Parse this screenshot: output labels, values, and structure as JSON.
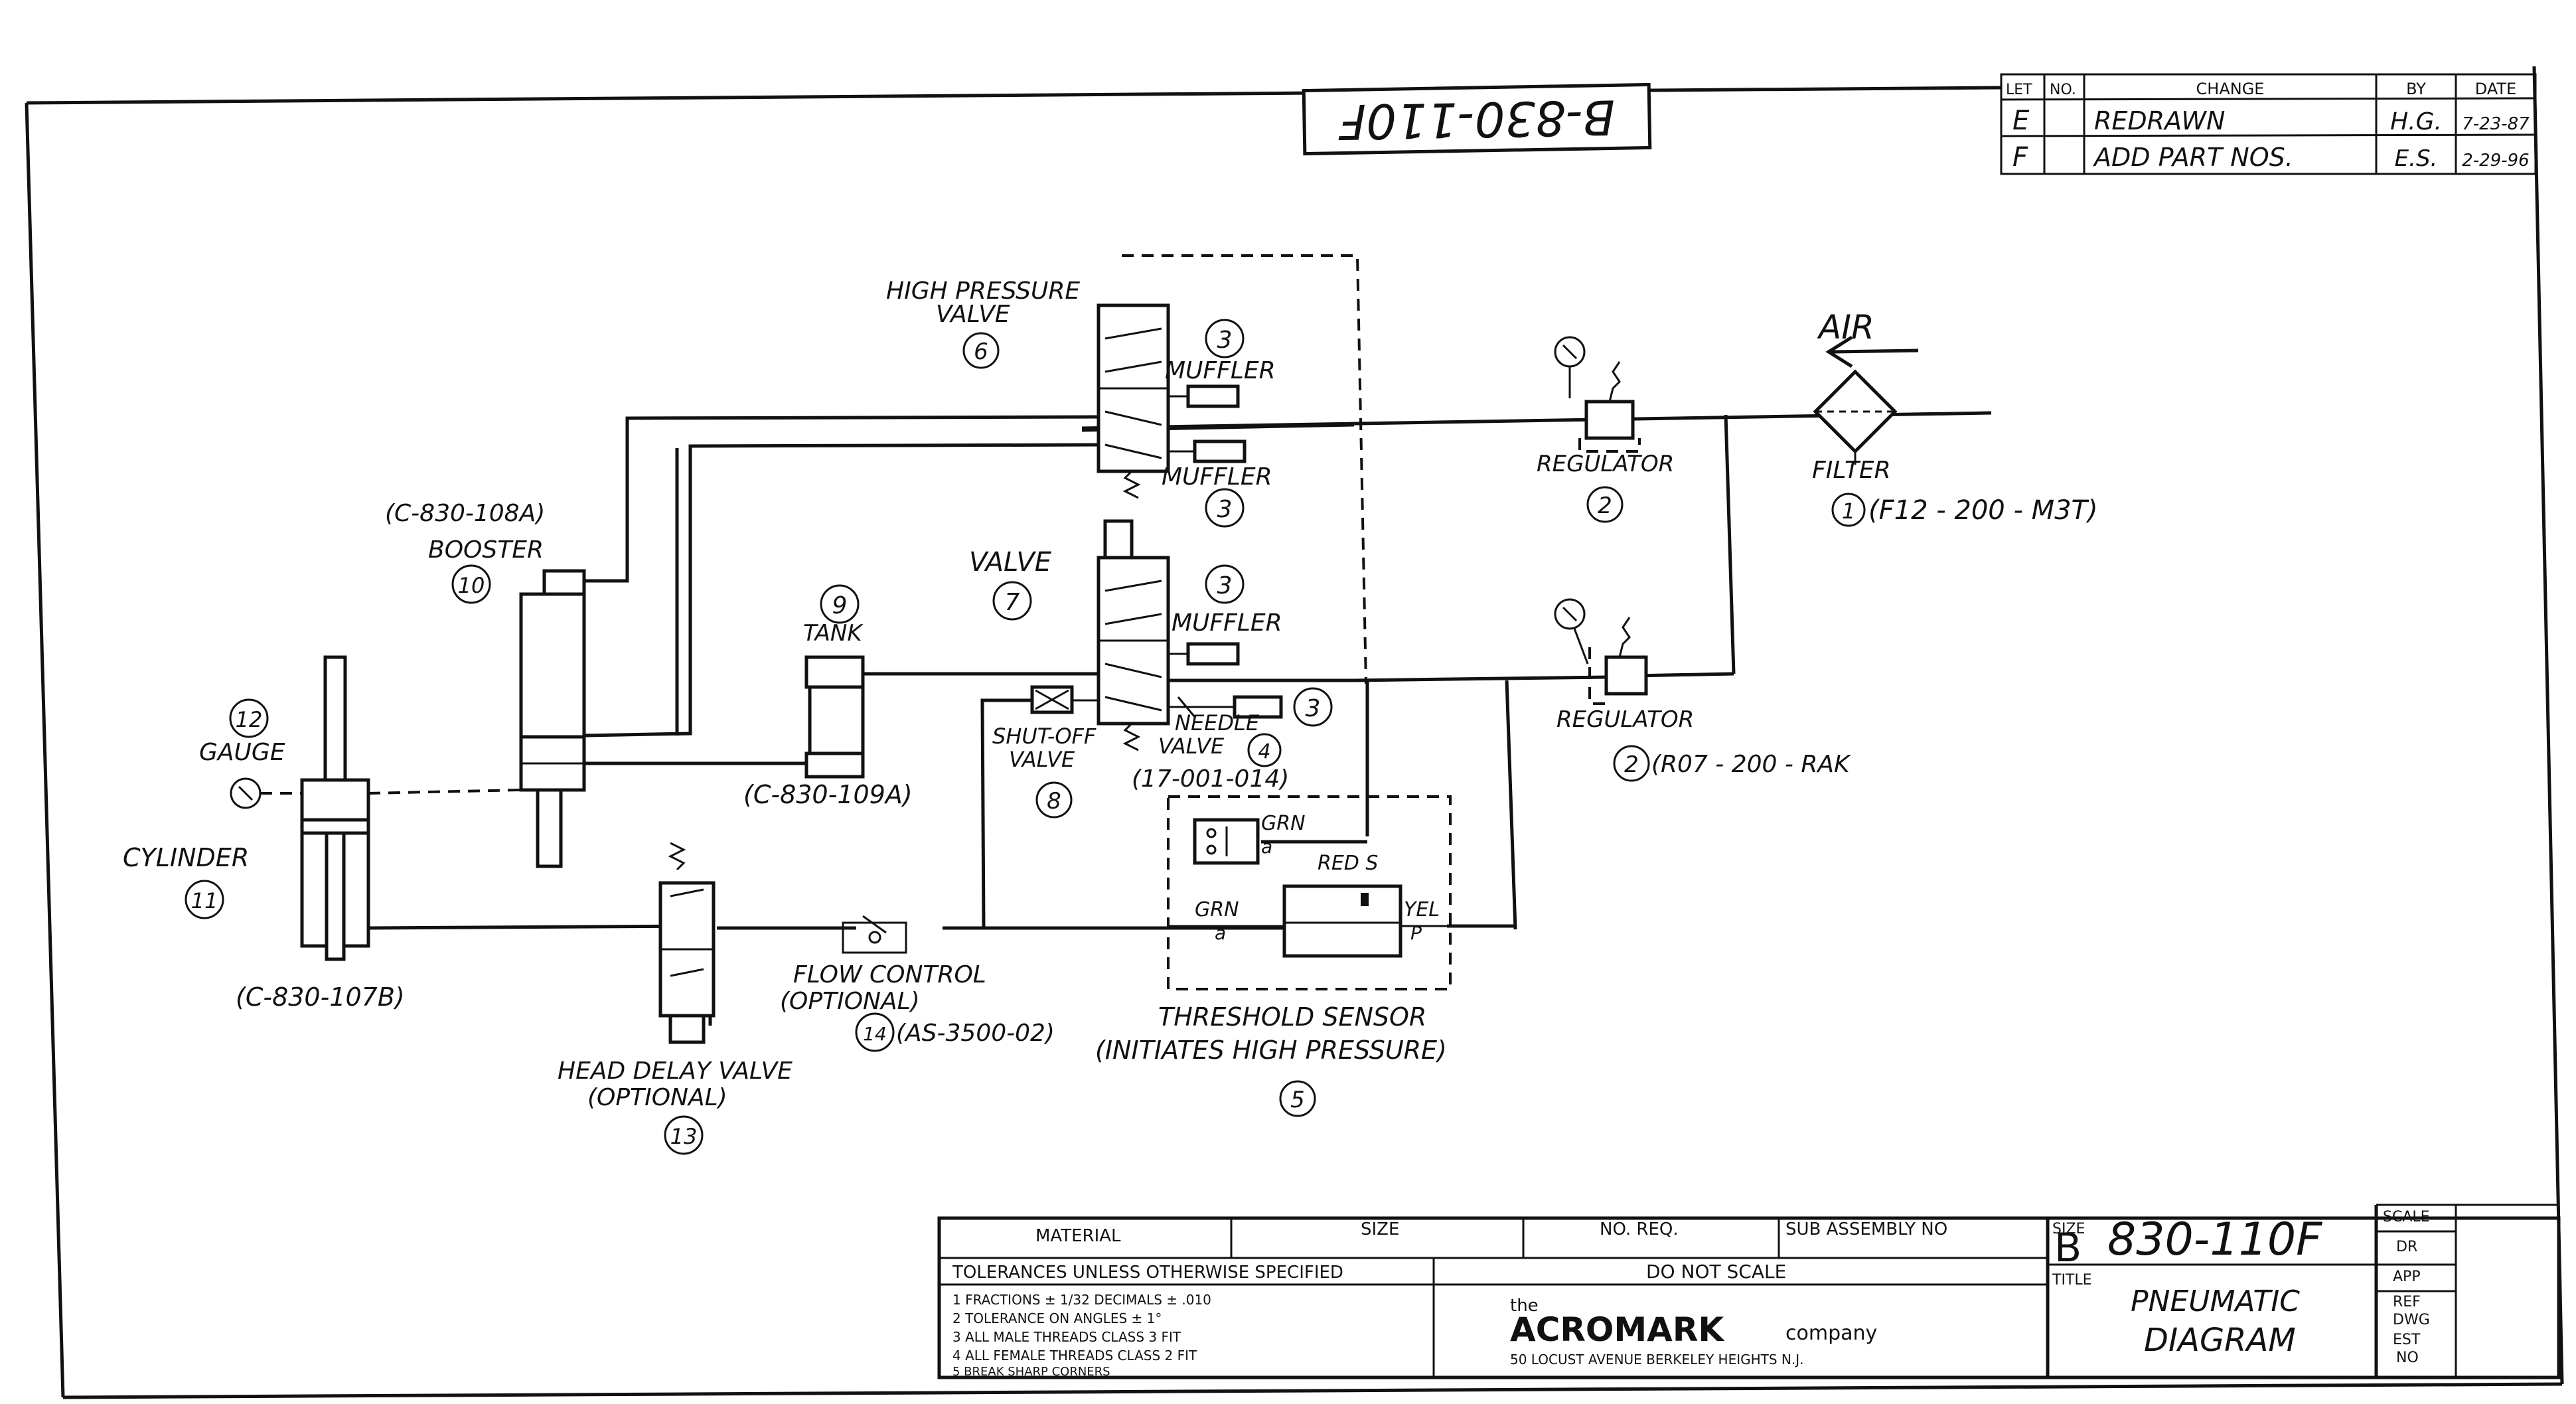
{
  "drawing": {
    "top_stamp": "B-830-110F",
    "air_label": "AIR"
  },
  "revisions": {
    "headers": [
      "LET",
      "NO.",
      "CHANGE",
      "BY",
      "DATE"
    ],
    "rows": [
      {
        "let": "E",
        "change": "REDRAWN",
        "by": "H.G.",
        "date": "7-23-87"
      },
      {
        "let": "F",
        "change": "ADD PART NOS.",
        "by": "E.S.",
        "date": "2-29-96"
      }
    ]
  },
  "components": {
    "filter": {
      "label": "FILTER",
      "num": "1",
      "part": "(F12 - 200 - M3T)"
    },
    "regulator_top": {
      "label": "REGULATOR",
      "num": "2"
    },
    "regulator_bottom": {
      "label": "REGULATOR",
      "num": "2",
      "part": "(R07 - 200 - RAK"
    },
    "high_pressure_valve": {
      "line1": "HIGH PRESSURE",
      "line2": "VALVE",
      "num": "6"
    },
    "muffler_a": {
      "label": "MUFFLER",
      "num": "3"
    },
    "muffler_b": {
      "label": "MUFFLER",
      "num": "3"
    },
    "muffler_c": {
      "label": "MUFFLER",
      "num": "3"
    },
    "muffler_d": {
      "num": "3"
    },
    "valve": {
      "label": "VALVE",
      "num": "7"
    },
    "tank": {
      "label": "TANK",
      "num": "9",
      "part": "(C-830-109A)"
    },
    "booster": {
      "label": "BOOSTER",
      "num": "10",
      "part": "(C-830-108A)"
    },
    "gauge": {
      "label": "GAUGE",
      "num": "12"
    },
    "cylinder": {
      "label": "CYLINDER",
      "num": "11",
      "part": "(C-830-107B)"
    },
    "shutoff_valve": {
      "line1": "SHUT-OFF",
      "line2": "VALVE",
      "num": "8"
    },
    "needle_valve": {
      "line1": "NEEDLE",
      "line2": "VALVE",
      "num": "4",
      "part": "(17-001-014)"
    },
    "threshold_sensor": {
      "line1": "THRESHOLD SENSOR",
      "line2": "(INITIATES HIGH PRESSURE)",
      "num": "5",
      "grn_a": "GRN",
      "a_label": "a",
      "grn_b": "GRN",
      "a_label_b": "a",
      "red_s": "RED S",
      "yel": "YEL",
      "p": "P"
    },
    "flow_control": {
      "line1": "FLOW CONTROL",
      "line2": "(OPTIONAL)",
      "num": "14",
      "part": "(AS-3500-02)"
    },
    "head_delay_valve": {
      "line1": "HEAD DELAY VALVE",
      "line2": "(OPTIONAL)",
      "num": "13"
    }
  },
  "title_block": {
    "material": "MATERIAL",
    "size": "SIZE",
    "no_req": "NO. REQ.",
    "sub_assembly": "SUB ASSEMBLY NO",
    "tolerances_header": "TOLERANCES UNLESS OTHERWISE SPECIFIED",
    "do_not_scale": "DO NOT SCALE",
    "tolerances": [
      "1  FRACTIONS ± 1/32   DECIMALS ± .010",
      "2  TOLERANCE ON ANGLES ± 1°",
      "3  ALL MALE THREADS CLASS 3 FIT",
      "4  ALL FEMALE THREADS CLASS 2 FIT",
      "5  BREAK SHARP CORNERS"
    ],
    "company_the": "the",
    "company_name": "ACROMARK",
    "company_suffix": "company",
    "company_address": "50 LOCUST AVENUE  BERKELEY HEIGHTS N.J.",
    "size_label": "SIZE",
    "size_value": "B",
    "drawing_no": "830-110F",
    "title_label": "TITLE",
    "title_line1": "PNEUMATIC",
    "title_line2": "DIAGRAM",
    "side_labels": [
      "SCALE",
      "DR",
      "APP",
      "REF",
      "DWG",
      "EST",
      "NO"
    ]
  }
}
